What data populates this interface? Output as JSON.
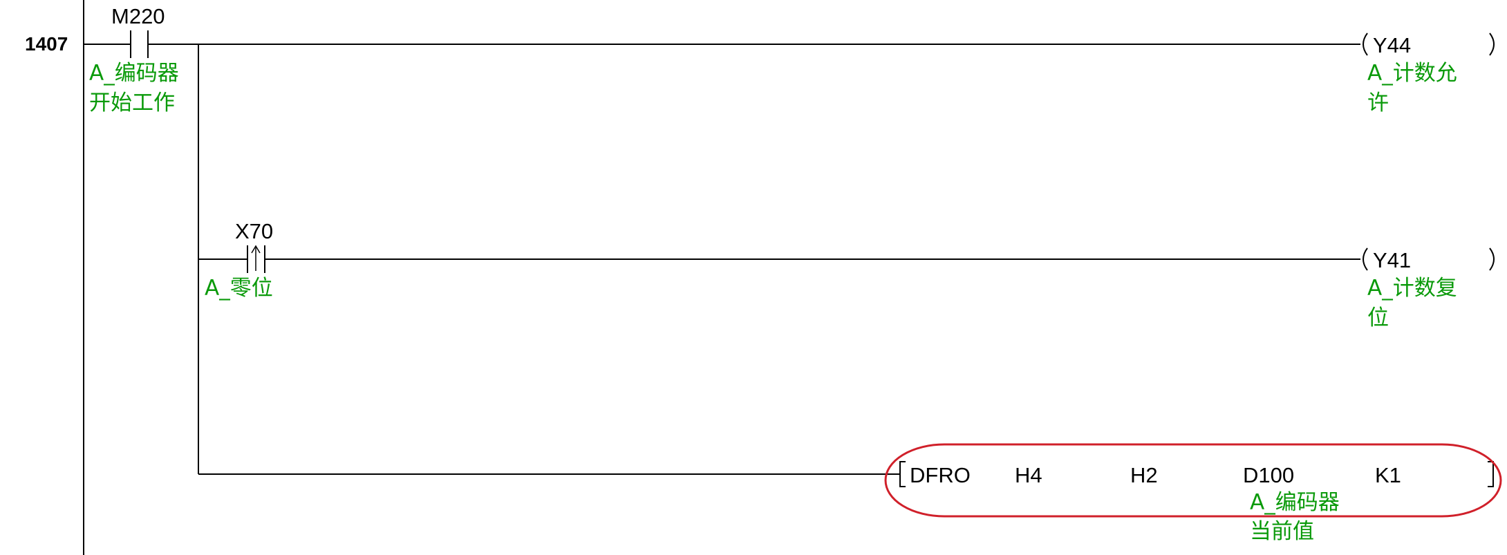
{
  "rung": {
    "step_number": "1407",
    "contacts": [
      {
        "device": "M220",
        "type": "normally-open",
        "comment_line1": "A_编码器",
        "comment_line2": "开始工作"
      },
      {
        "device": "X70",
        "type": "rising-edge",
        "comment_line1": "A_零位",
        "comment_line2": ""
      }
    ],
    "coils": [
      {
        "device": "Y44",
        "comment_line1": "A_计数允",
        "comment_line2": "许"
      },
      {
        "device": "Y41",
        "comment_line1": "A_计数复",
        "comment_line2": "位"
      }
    ],
    "instruction": {
      "mnemonic": "DFRO",
      "operands": [
        "H4",
        "H2",
        "D100",
        "K1"
      ],
      "comment_line1": "A_编码器",
      "comment_line2": "当前值",
      "highlight_color": "#d0202a"
    }
  },
  "colors": {
    "wire": "#000000",
    "comment_text": "#0a9a0a",
    "background": "#ffffff"
  }
}
